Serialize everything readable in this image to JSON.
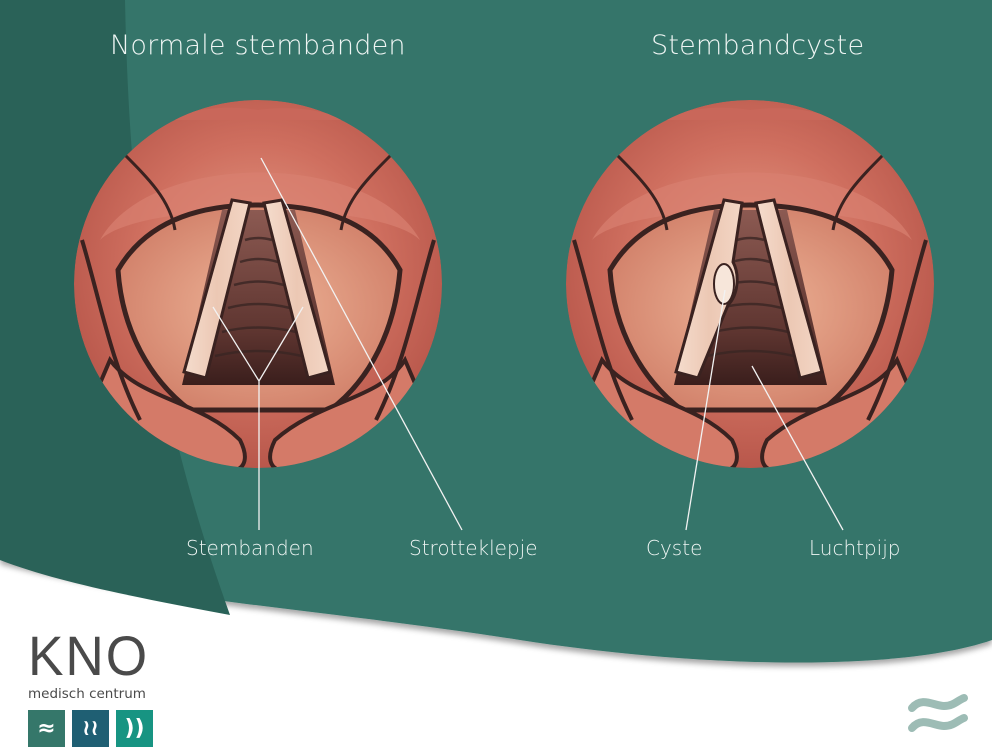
{
  "colors": {
    "background_teal": "#35756a",
    "background_teal_dark": "#2a6258",
    "white": "#ffffff",
    "text_light": "#eef5f3",
    "logo_gray": "#4a4a4a",
    "tile1": "#35776a",
    "tile2": "#1f5f73",
    "tile3": "#179482",
    "wave_mark": "#9dbcb5"
  },
  "panels": {
    "left": {
      "title": "Normale stembanden",
      "labels": [
        "Stembanden",
        "Strotteklepje"
      ]
    },
    "right": {
      "title": "Stembandcyste",
      "labels": [
        "Cyste",
        "Luchtpijp"
      ]
    }
  },
  "logo": {
    "name": "KNO",
    "subtitle": "medisch centrum",
    "tiles": [
      {
        "icon": "approx-waves-icon",
        "glyph": "≈"
      },
      {
        "icon": "vertical-waves-icon",
        "glyph": "≀≀"
      },
      {
        "icon": "sound-waves-icon",
        "glyph": "))"
      }
    ]
  },
  "corner_mark": {
    "icon": "wave-mark-icon"
  }
}
